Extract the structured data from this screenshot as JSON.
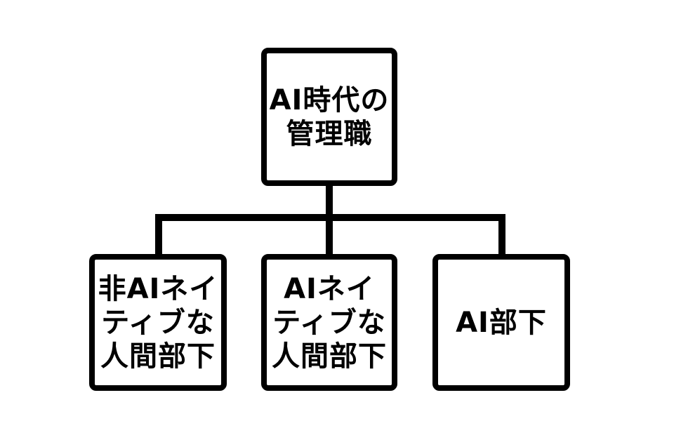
{
  "diagram": {
    "type": "org-chart",
    "line_color": "#000000",
    "root": {
      "lines": [
        "AI時代の",
        "管理職"
      ]
    },
    "children": [
      {
        "lines": [
          "非AIネイ",
          "ティブな",
          "人間部下"
        ]
      },
      {
        "lines": [
          "AIネイ",
          "ティブな",
          "人間部下"
        ]
      },
      {
        "lines": [
          "AI部下"
        ]
      }
    ]
  }
}
